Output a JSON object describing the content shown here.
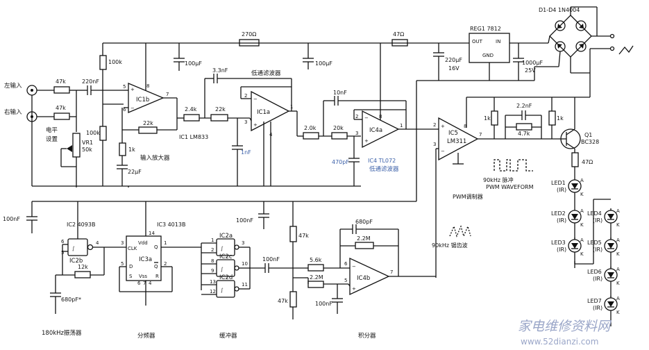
{
  "inputs": {
    "left": "左输入",
    "right": "右输入"
  },
  "level": {
    "label1": "电平",
    "label2": "设置",
    "vr1": "VR1",
    "vr1_value": "50k"
  },
  "resistors": {
    "r47k_a": "47k",
    "r47k_b": "47k",
    "r100k_top": "100k",
    "r100k_mid": "100k",
    "r22k_fb": "22k",
    "r1k_in": "1k",
    "r2k4": "2.4k",
    "r22k_lp": "22k",
    "r270": "270Ω",
    "r47_top": "47Ω",
    "r2k0": "2.0k",
    "r20k": "20k",
    "r1k_a": "1k",
    "r4k7": "4.7k",
    "r1k_b": "1k",
    "r47_led": "47Ω",
    "r12k": "12k",
    "r47k_r1": "47k",
    "r47k_r2": "47k",
    "r5k6": "5.6k",
    "r2m2_in": "2.2M",
    "r2m2_fb": "2.2M"
  },
  "capacitors": {
    "c220n": "220nF",
    "c100u_a": "100μF",
    "c22u": "22μF",
    "c3n3": "3.3nF",
    "c1nf": "1nF",
    "c100u_b": "100μF",
    "c10nf": "10nF",
    "c470p": "470pF",
    "c220u": "220μF",
    "c220u_v": "16V",
    "c1000u": "1000μF",
    "c1000u_v": "25V",
    "c2n2": "2.2nF",
    "c100n_l": "100nF",
    "c100n_m": "100nF",
    "c100n_c": "100nF",
    "c100n_r": "100nF",
    "c680p_osc": "680pF*",
    "c680p": "680pF"
  },
  "ics": {
    "ic1b": "IC1b",
    "ic1a": "IC1a",
    "ic1_part": "IC1 LM833",
    "ic4a": "IC4a",
    "ic4_part": "IC4 TL072",
    "ic5": "IC5",
    "ic5_part": "LM311",
    "ic4b": "IC4b",
    "ic2_part": "IC2 4093B",
    "ic3_part": "IC3 4013B",
    "ic2a": "IC2a",
    "ic2b": "IC2b",
    "ic2c": "IC2c",
    "ic2d": "IC2d",
    "ic3a": "IC3a"
  },
  "ic3_pins": {
    "vdd": "Vdd",
    "vss": "Vss",
    "clk": "CLK",
    "d": "D",
    "q": "Q",
    "qbar": "Q",
    "s": "S",
    "r": "R"
  },
  "regulator": {
    "name": "REG1 7812",
    "out": "OUT",
    "in": "IN",
    "gnd": "GND"
  },
  "diodes": {
    "label": "D1-D4 1N4004"
  },
  "transistor": {
    "name": "Q1",
    "part": "BC328"
  },
  "leds": [
    {
      "name": "LED1",
      "type": "(IR)"
    },
    {
      "name": "LED2",
      "type": "(IR)"
    },
    {
      "name": "LED3",
      "type": "(IR)"
    },
    {
      "name": "LED4",
      "type": "(IR)"
    },
    {
      "name": "LED5",
      "type": "(IR)"
    },
    {
      "name": "LED6",
      "type": "(IR)"
    },
    {
      "name": "LED7",
      "type": "(IR)"
    }
  ],
  "labels": {
    "input_amp": "输入放大器",
    "lowpass_top": "低通滤波器",
    "lowpass_mid": "低通滤波器",
    "pwm_wave_cn": "90kHz 脉冲",
    "pwm_wave_en": "PWM WAVEFORM",
    "pwm_mod": "PWM调制器",
    "saw_90k": "90kHz 锯齿波",
    "osc_180k": "180kHz振荡器",
    "divider": "分频器",
    "buffer": "缓冲器",
    "integrator": "积分器"
  },
  "watermark": {
    "title": "家电维修资料网",
    "url": "www.52dianzi.com"
  }
}
